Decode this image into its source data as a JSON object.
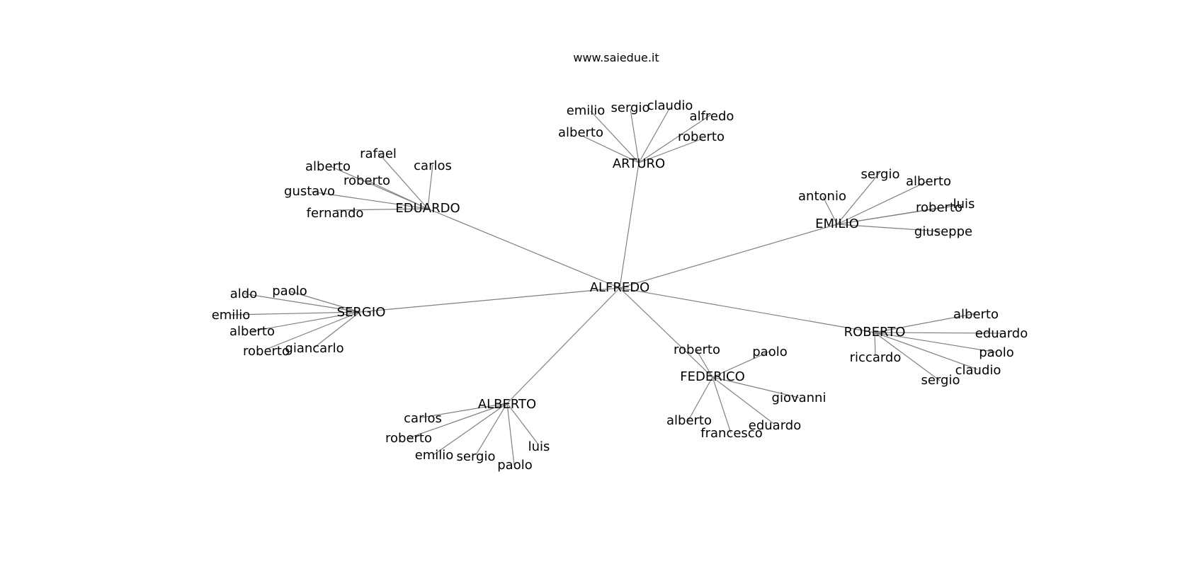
{
  "site_title": "www.saiedue.it",
  "graph": {
    "root": "ALFREDO",
    "hubs": [
      {
        "name": "ARTURO",
        "leaves": [
          "emilio",
          "sergio",
          "claudio",
          "alfredo",
          "alberto",
          "roberto"
        ]
      },
      {
        "name": "EDUARDO",
        "leaves": [
          "rafael",
          "carlos",
          "alberto",
          "roberto",
          "gustavo",
          "fernando"
        ]
      },
      {
        "name": "EMILIO",
        "leaves": [
          "sergio",
          "alberto",
          "antonio",
          "roberto",
          "luis",
          "giuseppe"
        ]
      },
      {
        "name": "SERGIO",
        "leaves": [
          "aldo",
          "paolo",
          "emilio",
          "alberto",
          "roberto",
          "giancarlo"
        ]
      },
      {
        "name": "ROBERTO",
        "leaves": [
          "alberto",
          "eduardo",
          "riccardo",
          "paolo",
          "claudio",
          "sergio"
        ]
      },
      {
        "name": "FEDERICO",
        "leaves": [
          "roberto",
          "paolo",
          "giovanni",
          "alberto",
          "eduardo",
          "francesco"
        ]
      },
      {
        "name": "ALBERTO",
        "leaves": [
          "carlos",
          "roberto",
          "emilio",
          "sergio",
          "paolo",
          "luis"
        ]
      }
    ]
  }
}
